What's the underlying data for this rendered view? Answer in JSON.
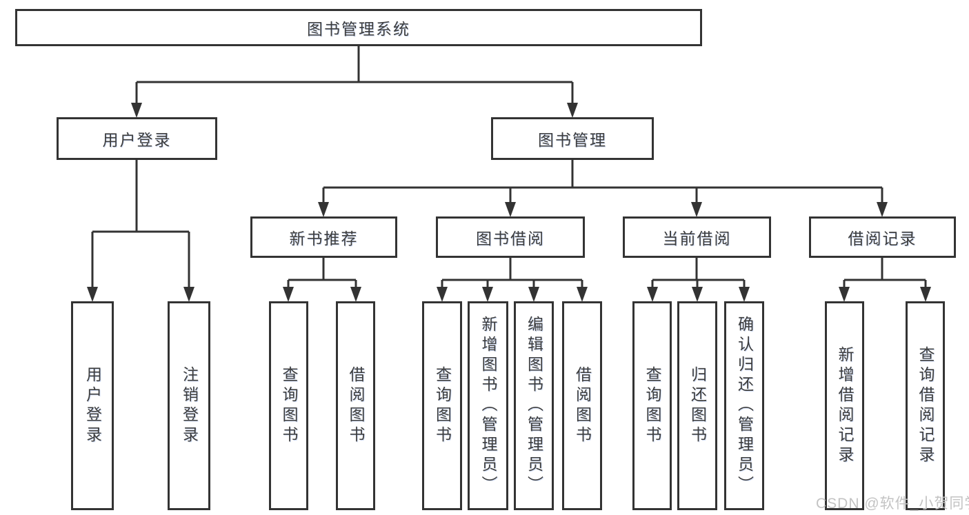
{
  "diagram": {
    "type": "hierarchy-tree",
    "root": {
      "label": "图书管理系统",
      "children": [
        {
          "label": "用户登录",
          "children": [
            {
              "label": "用户登录"
            },
            {
              "label": "注销登录"
            }
          ]
        },
        {
          "label": "图书管理",
          "children": [
            {
              "label": "新书推荐",
              "children": [
                {
                  "label": "查询图书"
                },
                {
                  "label": "借阅图书"
                }
              ]
            },
            {
              "label": "图书借阅",
              "children": [
                {
                  "label": "查询图书"
                },
                {
                  "label": "新增图书（管理员）"
                },
                {
                  "label": "编辑图书（管理员）"
                },
                {
                  "label": "借阅图书"
                }
              ]
            },
            {
              "label": "当前借阅",
              "children": [
                {
                  "label": "查询图书"
                },
                {
                  "label": "归还图书"
                },
                {
                  "label": "确认归还（管理员）"
                }
              ]
            },
            {
              "label": "借阅记录",
              "children": [
                {
                  "label": "新增借阅记录"
                },
                {
                  "label": "查询借阅记录"
                }
              ]
            }
          ]
        }
      ]
    }
  },
  "watermark": {
    "text": "CSDN @软件_小贺同学"
  },
  "colors": {
    "line": "#333333",
    "box_border": "#333333",
    "text": "#3d3d3d",
    "watermark": "#c3c3c3",
    "background": "#ffffff"
  }
}
